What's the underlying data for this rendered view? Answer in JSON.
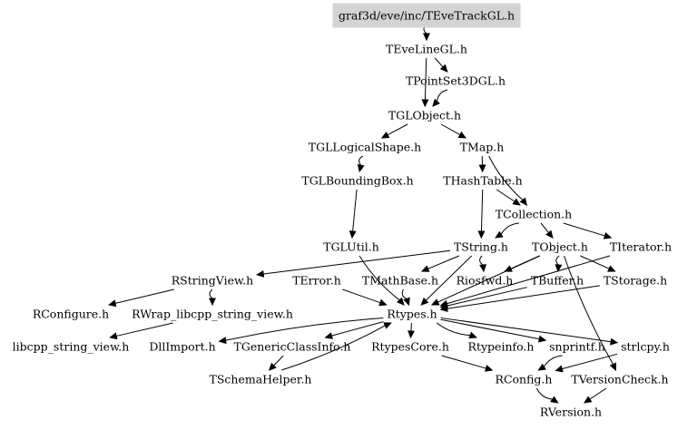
{
  "graph": {
    "root": "graf3d/eve/inc/TEveTrackGL.h",
    "nodes": [
      {
        "id": "root",
        "label": "graf3d/eve/inc/TEveTrackGL.h",
        "is_root": true
      },
      {
        "id": "teveline",
        "label": "TEveLineGL.h"
      },
      {
        "id": "tpointset",
        "label": "TPointSet3DGL.h"
      },
      {
        "id": "tglobject",
        "label": "TGLObject.h"
      },
      {
        "id": "tgllogical",
        "label": "TGLLogicalShape.h"
      },
      {
        "id": "tmap",
        "label": "TMap.h"
      },
      {
        "id": "tglbbox",
        "label": "TGLBoundingBox.h"
      },
      {
        "id": "thashtable",
        "label": "THashTable.h"
      },
      {
        "id": "tcollection",
        "label": "TCollection.h"
      },
      {
        "id": "tglutil",
        "label": "TGLUtil.h"
      },
      {
        "id": "tstring",
        "label": "TString.h"
      },
      {
        "id": "tobject",
        "label": "TObject.h"
      },
      {
        "id": "titerator",
        "label": "TIterator.h"
      },
      {
        "id": "rstringview",
        "label": "RStringView.h"
      },
      {
        "id": "terror",
        "label": "TError.h"
      },
      {
        "id": "tmathbase",
        "label": "TMathBase.h"
      },
      {
        "id": "riosfwd",
        "label": "Riosfwd.h"
      },
      {
        "id": "tbuffer",
        "label": "TBuffer.h"
      },
      {
        "id": "tstorage",
        "label": "TStorage.h"
      },
      {
        "id": "rconfigure",
        "label": "RConfigure.h"
      },
      {
        "id": "rwrap",
        "label": "RWrap_libcpp_string_view.h"
      },
      {
        "id": "rtypes",
        "label": "Rtypes.h"
      },
      {
        "id": "libcpp",
        "label": "libcpp_string_view.h"
      },
      {
        "id": "dllimport",
        "label": "DllImport.h"
      },
      {
        "id": "tgeneric",
        "label": "TGenericClassInfo.h"
      },
      {
        "id": "rtypescore",
        "label": "RtypesCore.h"
      },
      {
        "id": "rtypeinfo",
        "label": "Rtypeinfo.h"
      },
      {
        "id": "snprintf",
        "label": "snprintf.h"
      },
      {
        "id": "strlcpy",
        "label": "strlcpy.h"
      },
      {
        "id": "tschema",
        "label": "TSchemaHelper.h"
      },
      {
        "id": "rconfig",
        "label": "RConfig.h"
      },
      {
        "id": "tversioncheck",
        "label": "TVersionCheck.h"
      },
      {
        "id": "rversion",
        "label": "RVersion.h"
      }
    ],
    "edges": [
      {
        "from": "root",
        "to": "teveline"
      },
      {
        "from": "teveline",
        "to": "tpointset"
      },
      {
        "from": "teveline",
        "to": "tglobject"
      },
      {
        "from": "tpointset",
        "to": "tglobject"
      },
      {
        "from": "tglobject",
        "to": "tgllogical"
      },
      {
        "from": "tglobject",
        "to": "tmap"
      },
      {
        "from": "tgllogical",
        "to": "tglbbox"
      },
      {
        "from": "tglbbox",
        "to": "tglutil"
      },
      {
        "from": "tmap",
        "to": "thashtable"
      },
      {
        "from": "tmap",
        "to": "tcollection"
      },
      {
        "from": "thashtable",
        "to": "tcollection"
      },
      {
        "from": "thashtable",
        "to": "tstring"
      },
      {
        "from": "tcollection",
        "to": "tstring"
      },
      {
        "from": "tcollection",
        "to": "tobject"
      },
      {
        "from": "tcollection",
        "to": "titerator"
      },
      {
        "from": "tglutil",
        "to": "rtypes"
      },
      {
        "from": "tstring",
        "to": "rstringview"
      },
      {
        "from": "tstring",
        "to": "tmathbase"
      },
      {
        "from": "tstring",
        "to": "riosfwd"
      },
      {
        "from": "tstring",
        "to": "rtypes"
      },
      {
        "from": "tobject",
        "to": "riosfwd"
      },
      {
        "from": "tobject",
        "to": "tbuffer"
      },
      {
        "from": "tobject",
        "to": "tstorage"
      },
      {
        "from": "tobject",
        "to": "rtypes"
      },
      {
        "from": "tobject",
        "to": "tversioncheck"
      },
      {
        "from": "titerator",
        "to": "rtypes"
      },
      {
        "from": "rstringview",
        "to": "rconfigure"
      },
      {
        "from": "rstringview",
        "to": "rwrap"
      },
      {
        "from": "rwrap",
        "to": "libcpp"
      },
      {
        "from": "terror",
        "to": "rtypes"
      },
      {
        "from": "tmathbase",
        "to": "rtypes"
      },
      {
        "from": "tbuffer",
        "to": "rtypes"
      },
      {
        "from": "tstorage",
        "to": "rtypes"
      },
      {
        "from": "rtypes",
        "to": "dllimport"
      },
      {
        "from": "rtypes",
        "to": "tgeneric"
      },
      {
        "from": "rtypes",
        "to": "rtypescore"
      },
      {
        "from": "rtypes",
        "to": "rtypeinfo"
      },
      {
        "from": "rtypes",
        "to": "snprintf"
      },
      {
        "from": "rtypes",
        "to": "strlcpy"
      },
      {
        "from": "tschema",
        "to": "rtypes"
      },
      {
        "from": "tgeneric",
        "to": "tschema"
      },
      {
        "from": "rtypescore",
        "to": "rconfig"
      },
      {
        "from": "snprintf",
        "to": "rconfig"
      },
      {
        "from": "strlcpy",
        "to": "rconfig"
      },
      {
        "from": "tversioncheck",
        "to": "rversion"
      },
      {
        "from": "rconfig",
        "to": "rversion"
      }
    ]
  }
}
